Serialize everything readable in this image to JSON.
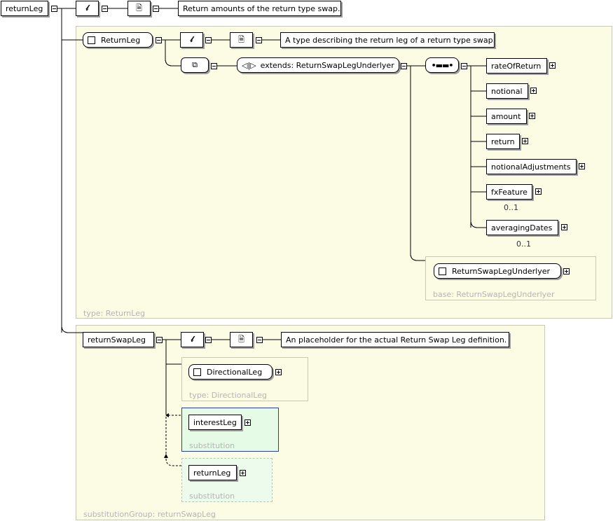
{
  "root": {
    "label": "returnLeg",
    "annotation": "Return amounts of the return type swap."
  },
  "return_leg_type": {
    "label": "ReturnLeg",
    "annotation": "A type describing the return leg of a return type swap.",
    "extends_label": "extends: ReturnSwapLegUnderlyer",
    "type_caption": "type: ReturnLeg",
    "elements": [
      {
        "label": "rateOfReturn",
        "occurrence": ""
      },
      {
        "label": "notional",
        "occurrence": ""
      },
      {
        "label": "amount",
        "occurrence": ""
      },
      {
        "label": "return",
        "occurrence": ""
      },
      {
        "label": "notionalAdjustments",
        "occurrence": ""
      },
      {
        "label": "fxFeature",
        "occurrence": "0..1"
      },
      {
        "label": "averagingDates",
        "occurrence": "0..1"
      }
    ],
    "base": {
      "label": "ReturnSwapLegUnderlyer",
      "caption": "base: ReturnSwapLegUnderlyer"
    }
  },
  "return_swap_leg": {
    "label": "returnSwapLeg",
    "annotation": "An placeholder for the actual Return Swap Leg definition.",
    "group_caption": "substitutionGroup: returnSwapLeg",
    "type": {
      "label": "DirectionalLeg",
      "caption": "type: DirectionalLeg"
    },
    "substitutions": [
      {
        "label": "interestLeg",
        "caption": "substitution"
      },
      {
        "label": "returnLeg",
        "caption": "substitution"
      }
    ]
  },
  "colors": {
    "panel_bg": "#fcfce4",
    "substitution_bg": "#e6fbe6",
    "selected_border": "#2a3ea8",
    "caption": "#b4b4b4"
  }
}
